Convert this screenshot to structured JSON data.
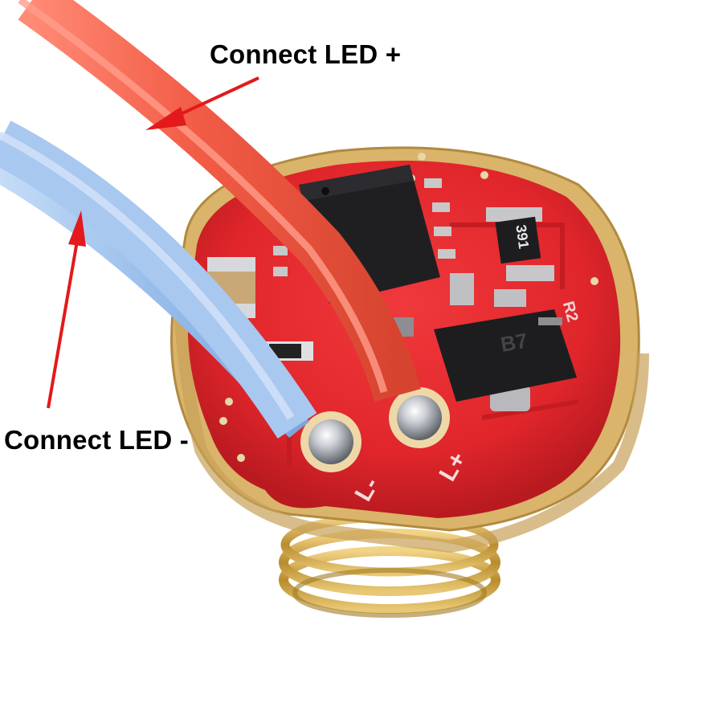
{
  "annotations": {
    "led_plus": "Connect LED +",
    "led_minus": "Connect LED -"
  },
  "board_markings": {
    "resistor_code": "391",
    "regulator_code": "B7",
    "resistor_label": "R2",
    "pad_minus": "L-",
    "pad_plus": "L+"
  },
  "colors": {
    "pcb_red": "#e0262b",
    "pcb_gold_edge": "#d9b46a",
    "wire_red": "#f0614e",
    "wire_blue": "#9bc0ec",
    "arrow_red": "#e3191b",
    "spring_gold": "#c9a23f"
  }
}
